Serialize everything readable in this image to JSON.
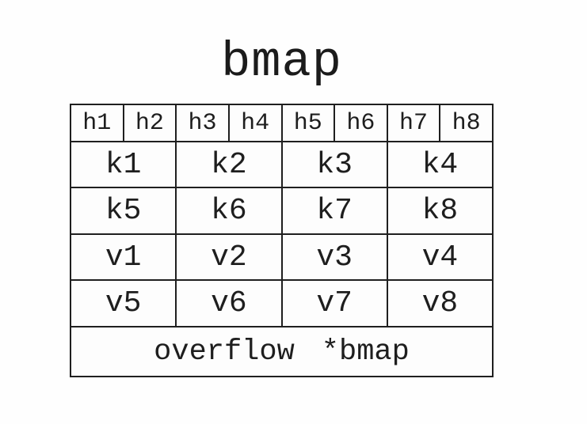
{
  "diagram": {
    "title": "bmap",
    "colors": {
      "line": "#1f1f1f",
      "text": "#1e1e1e",
      "background": "#fefefe"
    },
    "table": {
      "tophash_cells": [
        "h1",
        "h2",
        "h3",
        "h4",
        "h5",
        "h6",
        "h7",
        "h8"
      ],
      "key_rows": [
        [
          "k1",
          "k2",
          "k3",
          "k4"
        ],
        [
          "k5",
          "k6",
          "k7",
          "k8"
        ]
      ],
      "value_rows": [
        [
          "v1",
          "v2",
          "v3",
          "v4"
        ],
        [
          "v5",
          "v6",
          "v7",
          "v8"
        ]
      ],
      "overflow": {
        "field": "overflow",
        "type": "*bmap"
      }
    }
  }
}
